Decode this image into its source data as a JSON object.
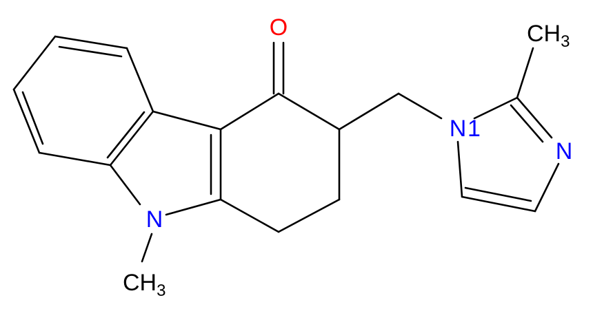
{
  "molecule": {
    "atoms": {
      "O": {
        "text": "O",
        "color": "#ff0000"
      },
      "N9": {
        "text": "N",
        "color": "#0000ff"
      },
      "N1i": {
        "text": "N",
        "color": "#0000ff"
      },
      "N3i": {
        "text": "N",
        "color": "#0000ff"
      },
      "Me1": {
        "text": "CH",
        "sub": "3",
        "color": "#000000"
      },
      "Me2": {
        "text": "CH",
        "sub": "3",
        "color": "#000000"
      }
    },
    "locant": {
      "text": "1",
      "color": "#0000ff"
    }
  }
}
